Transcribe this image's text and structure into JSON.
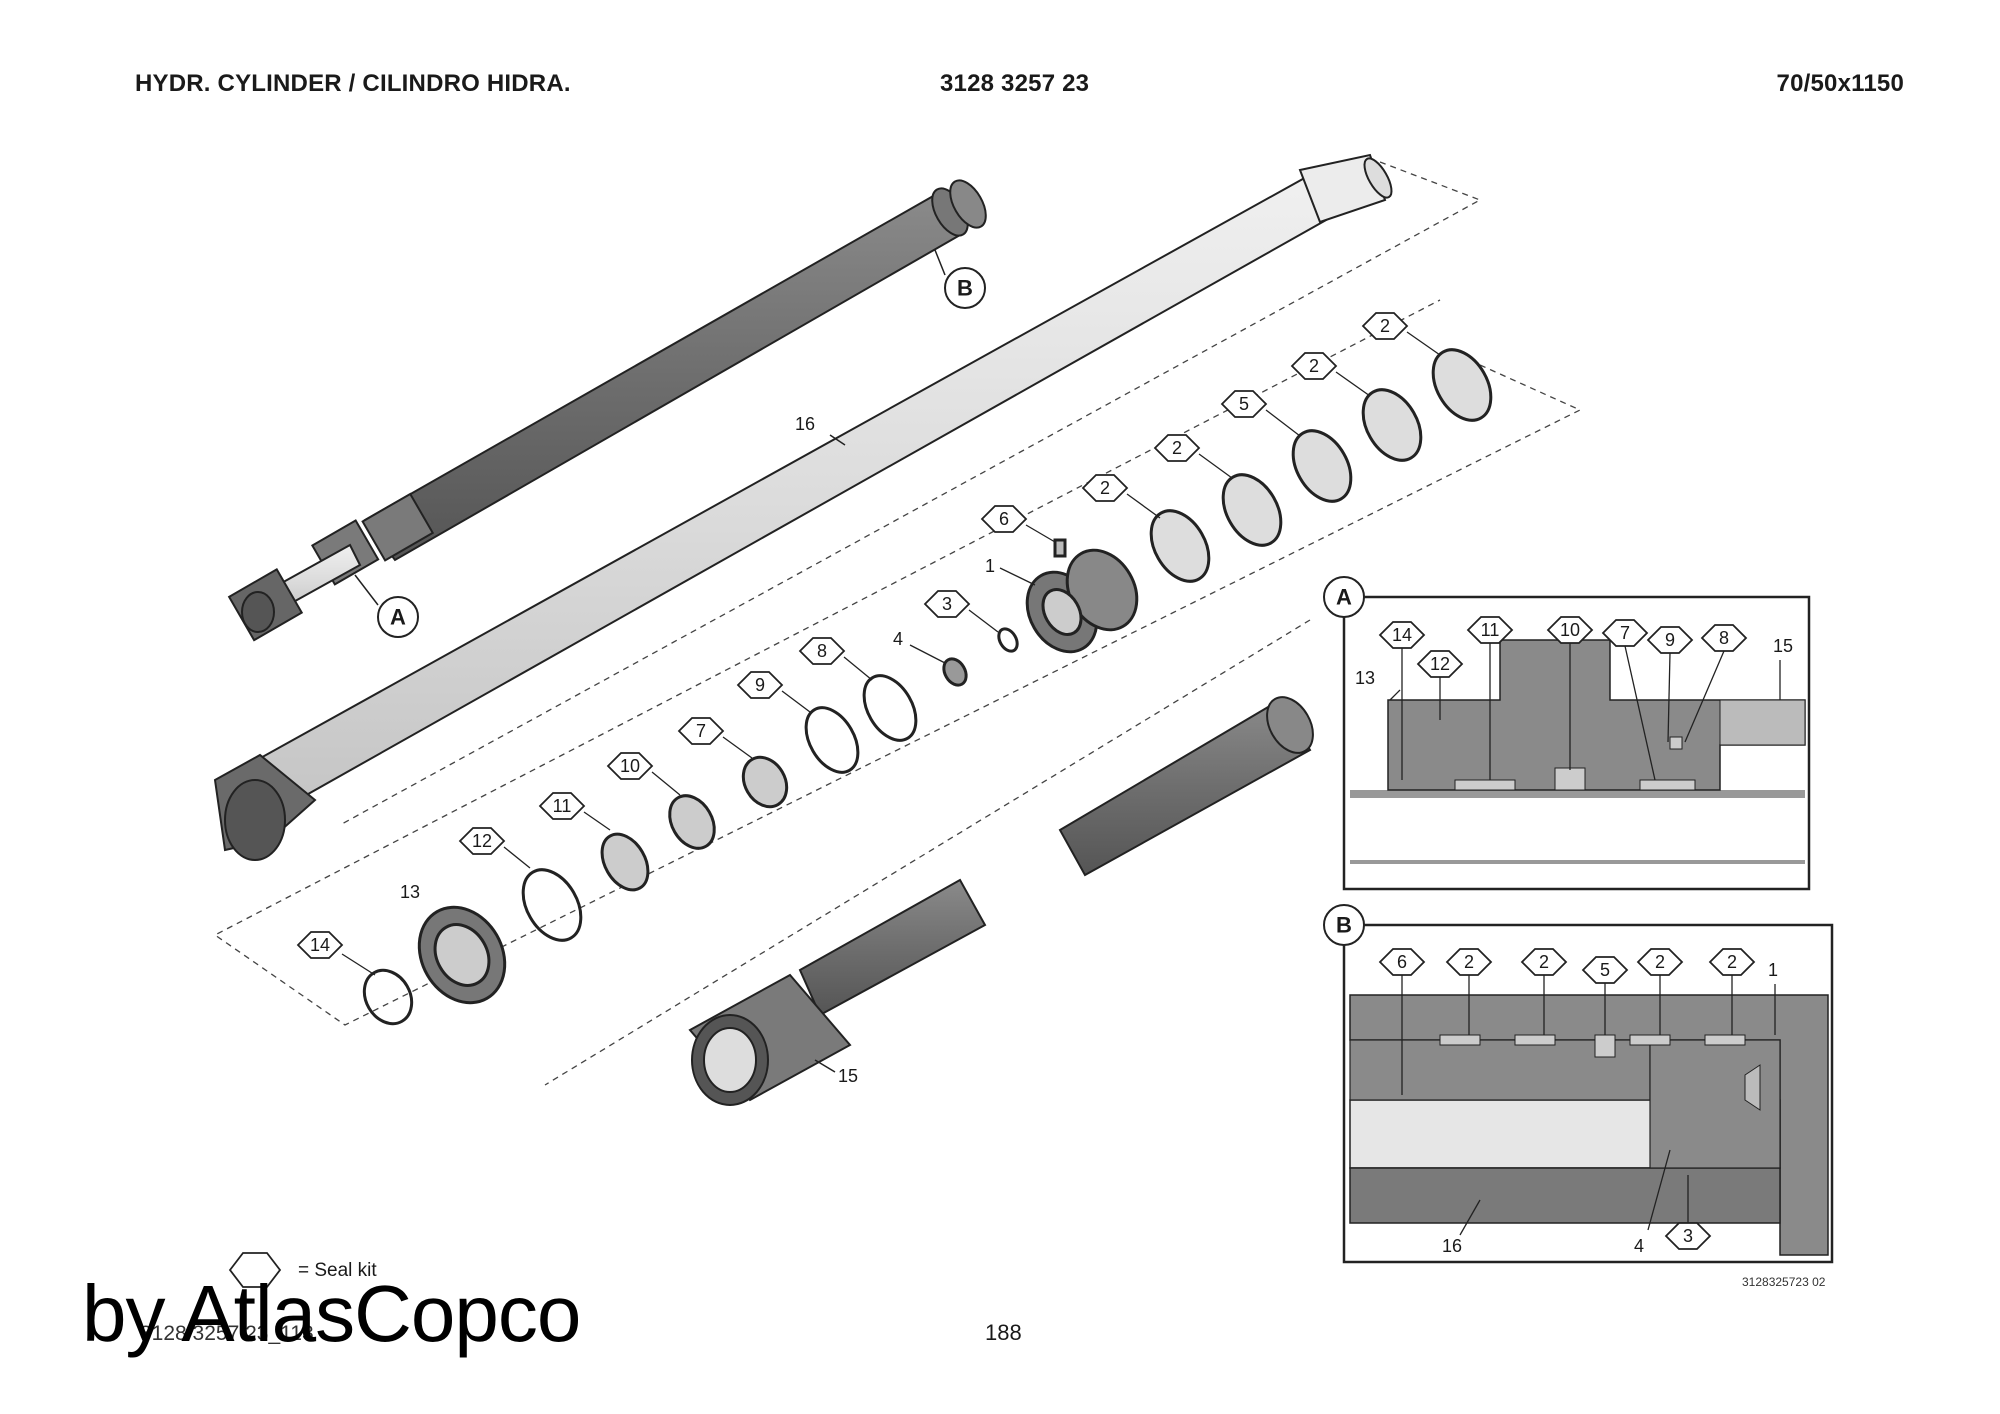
{
  "header": {
    "title": "HYDR. CYLINDER / CILINDRO HIDRA.",
    "part_number": "3128 3257 23",
    "dimensions": "70/50x1150"
  },
  "callouts": {
    "c1": "1",
    "c2": "2",
    "c3": "3",
    "c4": "4",
    "c5": "5",
    "c6": "6",
    "c7": "7",
    "c8": "8",
    "c9": "9",
    "c10": "10",
    "c11": "11",
    "c12": "12",
    "c13": "13",
    "c14": "14",
    "c15": "15",
    "c16": "16",
    "A": "A",
    "B": "B"
  },
  "legend": {
    "text": "= Seal kit"
  },
  "footer": {
    "left_code": "3128 3257 23_113",
    "page": "188",
    "drawing_ref": "3128325723 02",
    "watermark": "by AtlasCopco"
  }
}
